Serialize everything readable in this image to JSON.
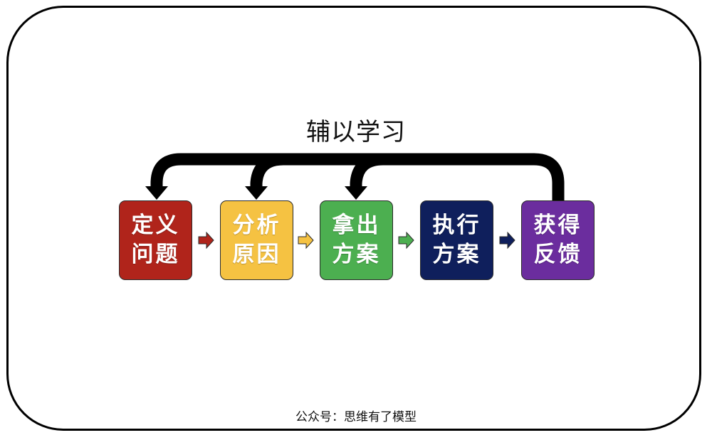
{
  "loop_label": "辅以学习",
  "steps": [
    {
      "line1": "定义",
      "line2": "问题",
      "color": "#B0241B"
    },
    {
      "line1": "分析",
      "line2": "原因",
      "color": "#F5C242"
    },
    {
      "line1": "拿出",
      "line2": "方案",
      "color": "#4CAF50"
    },
    {
      "line1": "执行",
      "line2": "方案",
      "color": "#0F1F5C"
    },
    {
      "line1": "获得",
      "line2": "反馈",
      "color": "#6B2D9E"
    }
  ],
  "footer": "公众号：思维有了模型"
}
